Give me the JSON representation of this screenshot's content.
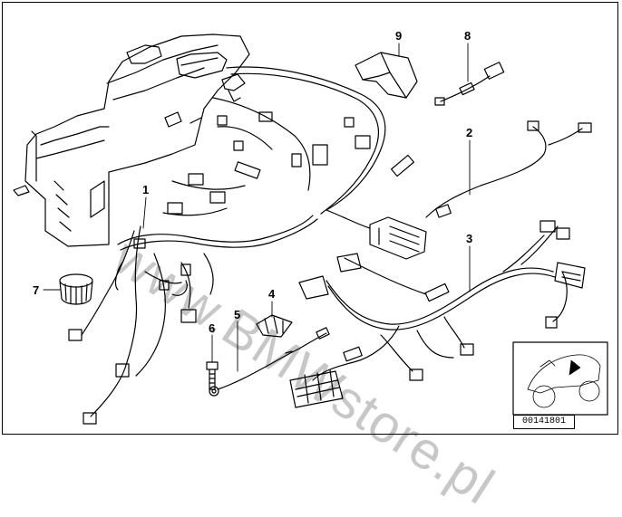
{
  "watermark": "www.BMWstore.pl",
  "diagram_id": "00141801",
  "callouts": {
    "c1": "1",
    "c2": "2",
    "c3": "3",
    "c4": "4",
    "c5": "5",
    "c6": "6",
    "c7": "7",
    "c8": "8",
    "c9": "9"
  }
}
